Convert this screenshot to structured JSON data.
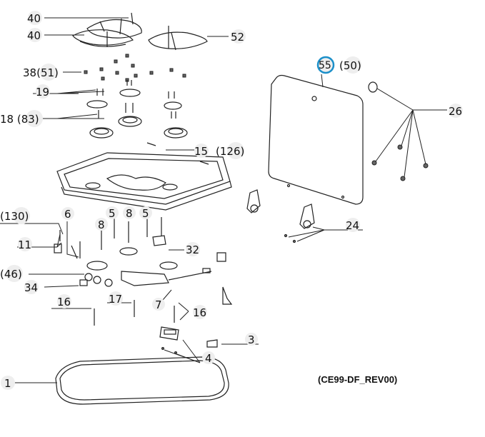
{
  "diagram": {
    "reference": "(CE99-DF_REV00)",
    "highlight_color": "#1b8fc9",
    "callouts": {
      "c40a": "40",
      "c40b": "40",
      "c52": "52",
      "c38": "38(51)",
      "c19": "19",
      "c18": "18 (83)",
      "c15": "15",
      "c126": "(126)",
      "c55": "55",
      "c50": "(50)",
      "c26": "26",
      "c130": "(130)",
      "c6": "6",
      "c5a": "5",
      "c8a": "8",
      "c5b": "5",
      "c8b": "8",
      "c11": "11",
      "c32": "32",
      "c24": "24",
      "c46": "(46)",
      "c34": "34",
      "c16a": "16",
      "c17": "17",
      "c7": "7",
      "c16b": "16",
      "c3": "3",
      "c4": "4",
      "c1": "1"
    }
  }
}
